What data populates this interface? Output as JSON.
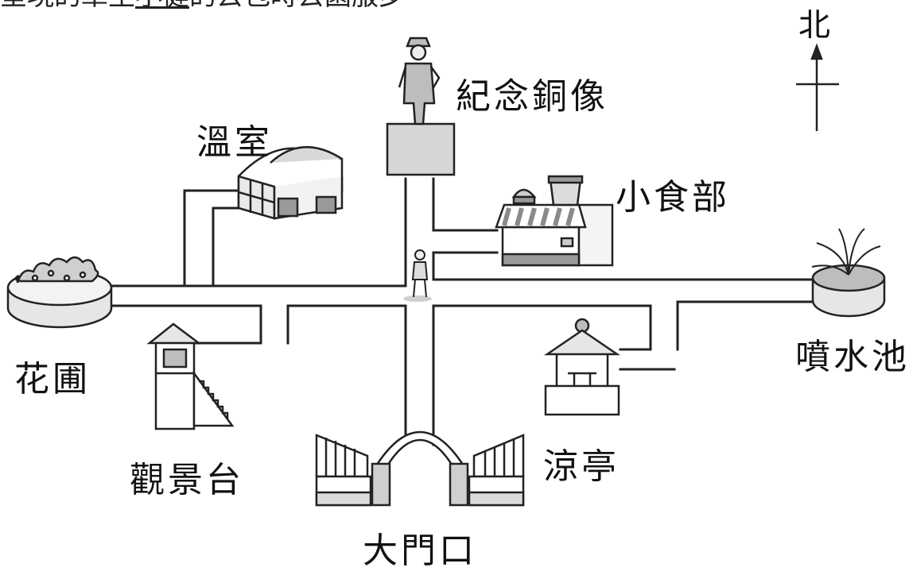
{
  "header": {
    "before": "呈現的章生",
    "underlined": "小健",
    "after": "的去包時去園服步"
  },
  "compass": {
    "label": "北"
  },
  "landmarks": {
    "statue": "紀念銅像",
    "greenhouse": "溫室",
    "snack_bar": "小食部",
    "fountain": "噴水池",
    "flower_bed": "花圃",
    "observation_deck": "觀景台",
    "pavilion": "涼亭",
    "main_gate": "大門口"
  },
  "colors": {
    "line": "#222222",
    "fill_light": "#e6e6e6",
    "fill_mid": "#cfcfcf",
    "fill_dark": "#9a9a9a"
  }
}
